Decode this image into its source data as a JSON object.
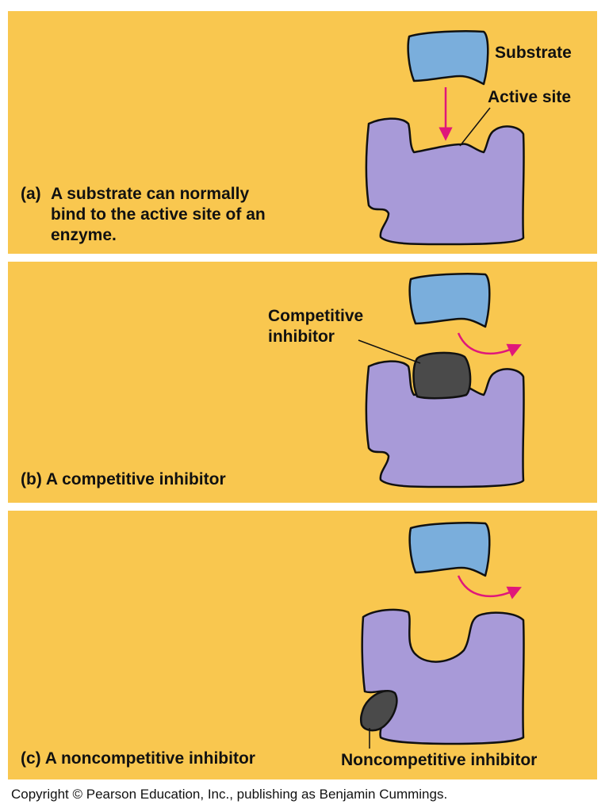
{
  "panels": {
    "a": {
      "label": "(a)",
      "caption_lines": [
        "A substrate can normally",
        "bind to the active site of an",
        "enzyme."
      ],
      "substrate_label": "Substrate",
      "active_site_label": "Active site"
    },
    "b": {
      "label": "(b)",
      "caption": "A competitive inhibitor",
      "inhibitor_label_lines": [
        "Competitive",
        "inhibitor"
      ]
    },
    "c": {
      "label": "(c)",
      "caption": "A noncompetitive inhibitor",
      "inhibitor_label": "Noncompetitive inhibitor"
    }
  },
  "copyright": "Copyright © Pearson Education, Inc., publishing as Benjamin Cummings.",
  "colors": {
    "panel_background": "#f9c74f",
    "enzyme": "#a89ad8",
    "substrate": "#7aaedc",
    "inhibitor": "#4a4a4a",
    "arrow": "#e0177a"
  },
  "icons": [
    "enzyme-shape",
    "substrate-shape",
    "inhibitor-shape",
    "magenta-arrow-icon"
  ]
}
